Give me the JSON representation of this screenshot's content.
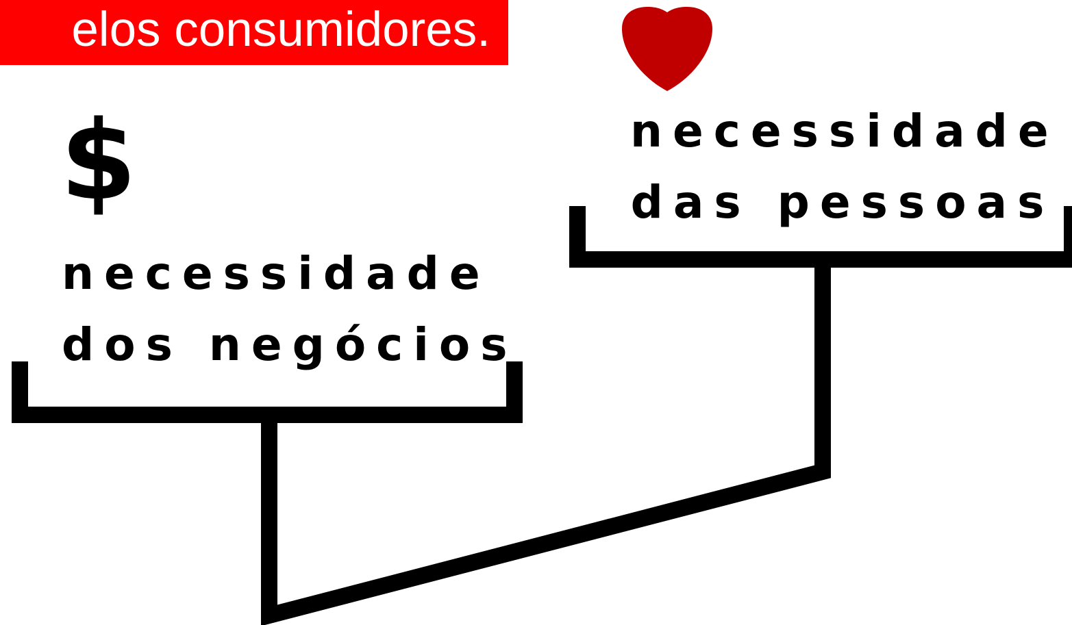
{
  "banner": {
    "text": "elos consumidores.",
    "background": "#ff0000",
    "color": "#ffffff"
  },
  "icons": {
    "money": {
      "name": "dollar-sign-icon",
      "glyph": "$"
    },
    "heart": {
      "name": "heart-icon",
      "color": "#c00000"
    }
  },
  "labels": {
    "business": {
      "line1": "necessidade",
      "line2": "dos negócios"
    },
    "people": {
      "line1": "necessidade",
      "line2": "das pessoas"
    }
  },
  "colors": {
    "lines": "#000000",
    "background": "#ffffff"
  }
}
